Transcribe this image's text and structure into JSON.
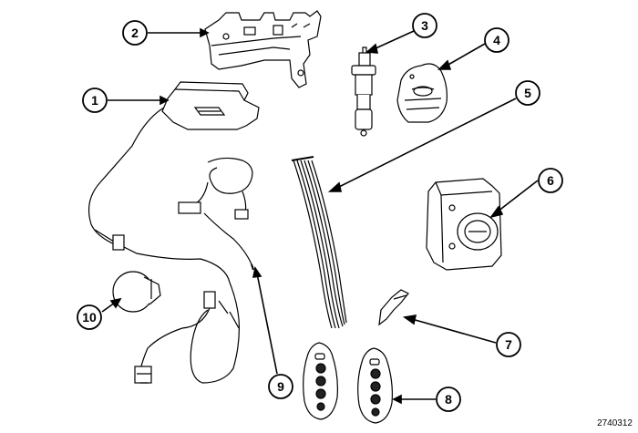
{
  "figure": {
    "id": "2740312"
  },
  "callouts": [
    {
      "id": "1",
      "part": "module-with-harness"
    },
    {
      "id": "2",
      "part": "mounting-bracket"
    },
    {
      "id": "3",
      "part": "switch-connector"
    },
    {
      "id": "4",
      "part": "halo-ring"
    },
    {
      "id": "5",
      "part": "antenna-strip"
    },
    {
      "id": "6",
      "part": "ignition-switch-module"
    },
    {
      "id": "7",
      "part": "clip"
    },
    {
      "id": "8",
      "part": "key-fob"
    },
    {
      "id": "9",
      "part": "wire-harness"
    },
    {
      "id": "10",
      "part": "plug-cap"
    }
  ]
}
